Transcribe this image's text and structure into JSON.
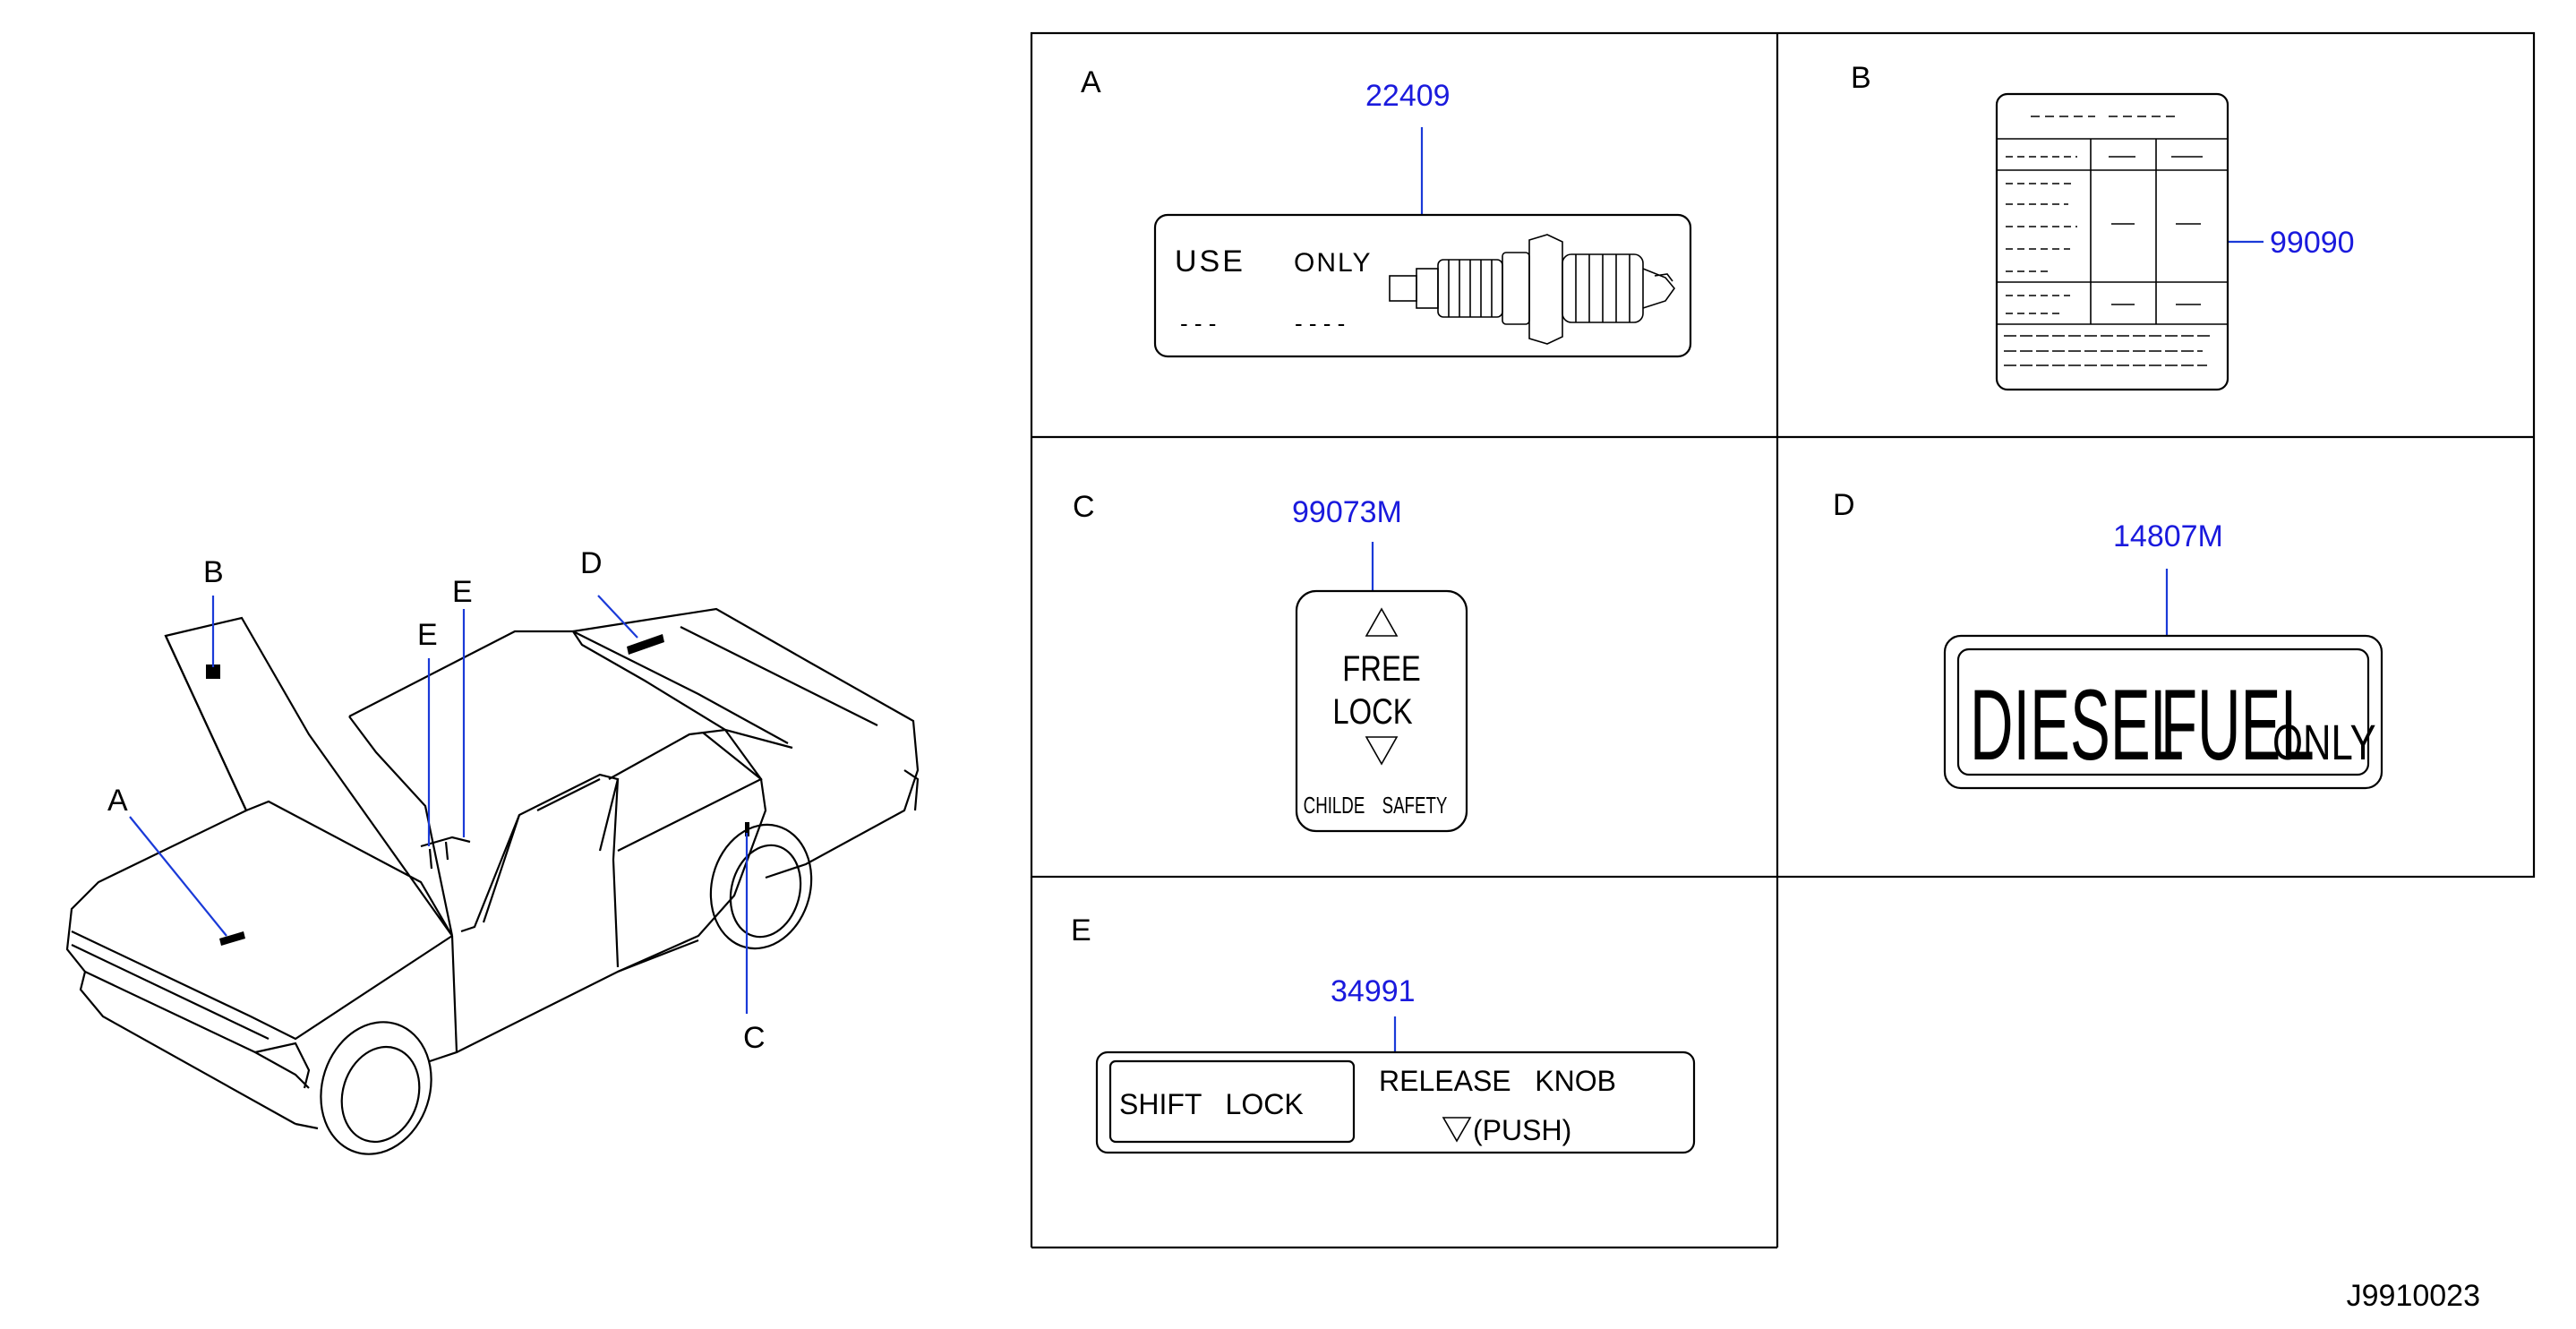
{
  "car_callouts": {
    "a": "A",
    "b": "B",
    "c": "C",
    "d": "D",
    "e1": "E",
    "e2": "E"
  },
  "panels": {
    "a": {
      "letter": "A",
      "part_number": "22409",
      "label": {
        "use": "USE",
        "only": "ONLY",
        "dash1": "- - -",
        "dash2": "- - - -"
      }
    },
    "b": {
      "letter": "B",
      "part_number": "99090"
    },
    "c": {
      "letter": "C",
      "part_number": "99073M",
      "label": {
        "free": "FREE",
        "lock": "LOCK",
        "childe": "CHILDE",
        "safety": "SAFETY"
      }
    },
    "d": {
      "letter": "D",
      "part_number": "14807M",
      "label": {
        "diesel": "DIESEL",
        "fuel": "FUEL",
        "only": "ONLY"
      }
    },
    "e": {
      "letter": "E",
      "part_number": "34991",
      "label": {
        "shift_lock": "SHIFT   LOCK",
        "release_knob": "RELEASE   KNOB",
        "push": "(PUSH)"
      }
    }
  },
  "diagram_id": "J9910023",
  "colors": {
    "part_number": "#1a1add",
    "leader": "#1a3ad8",
    "line": "#000000"
  },
  "icons": [
    "spark-plug-icon",
    "triangle-up-icon",
    "triangle-down-icon"
  ]
}
